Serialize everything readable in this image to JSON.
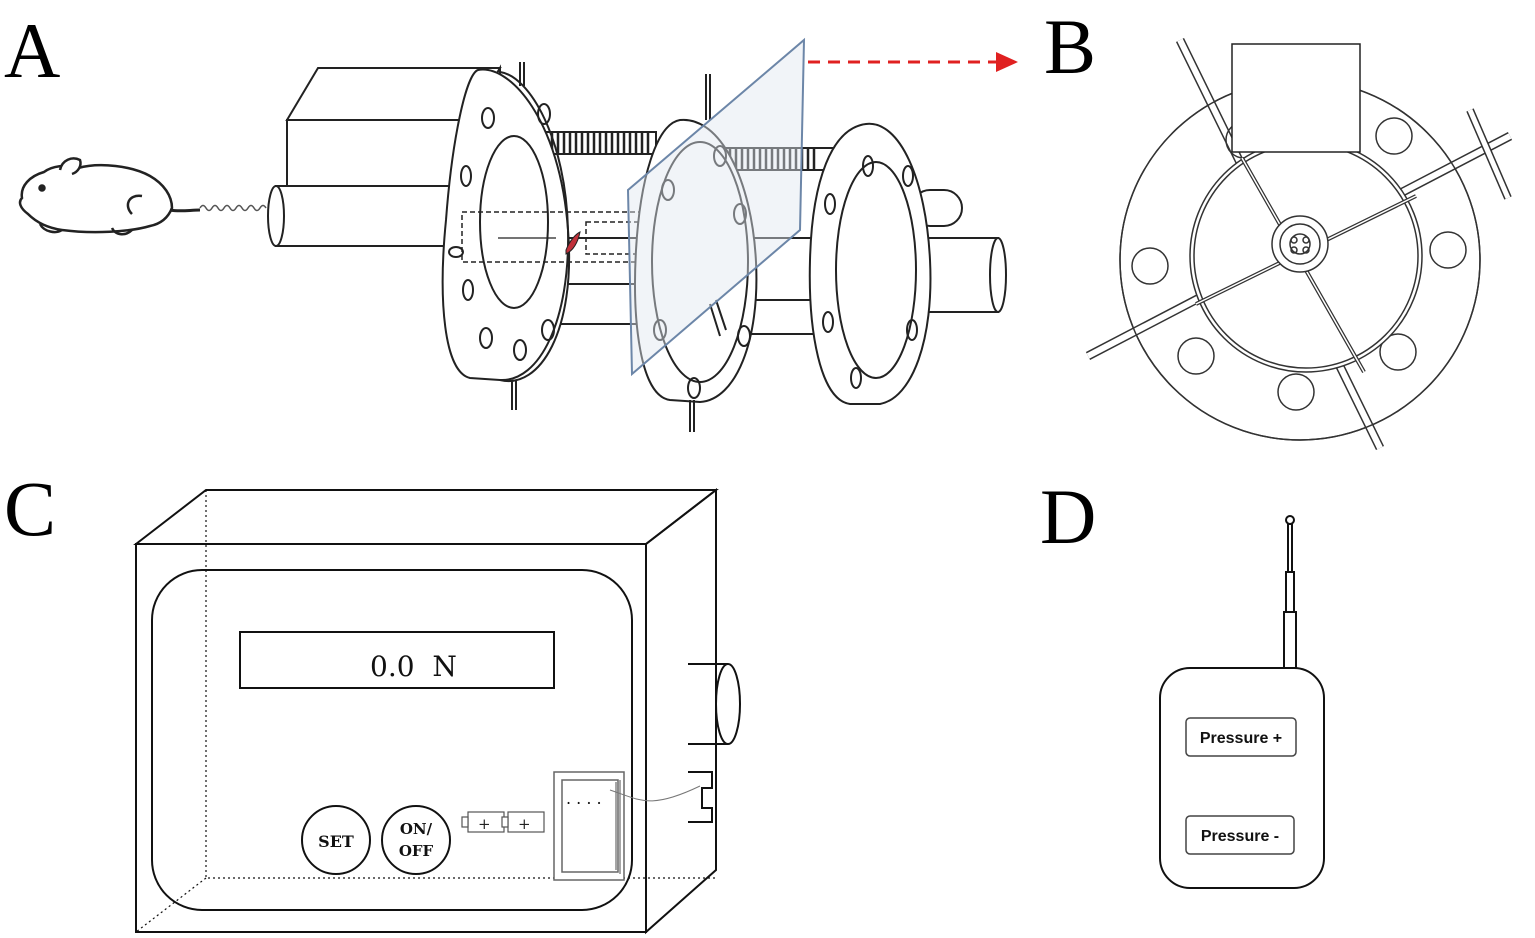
{
  "panels": {
    "a": {
      "letter": "A"
    },
    "b": {
      "letter": "B"
    },
    "c": {
      "letter": "C"
    },
    "d": {
      "letter": "D"
    }
  },
  "device_c": {
    "display_text": "0.0  N",
    "set_button": "SET",
    "onoff_line1": "ON/",
    "onoff_line2": "OFF",
    "battery_sign_1": "+",
    "battery_sign_2": "+",
    "connector_dots": ". . . ."
  },
  "remote_d": {
    "pressure_plus": "Pressure +",
    "pressure_minus": "Pressure -"
  },
  "colors": {
    "line": "#222222",
    "arrow": "#e02020",
    "glass_plate": "#6c86a8",
    "blood_mark": "#c0303a"
  }
}
